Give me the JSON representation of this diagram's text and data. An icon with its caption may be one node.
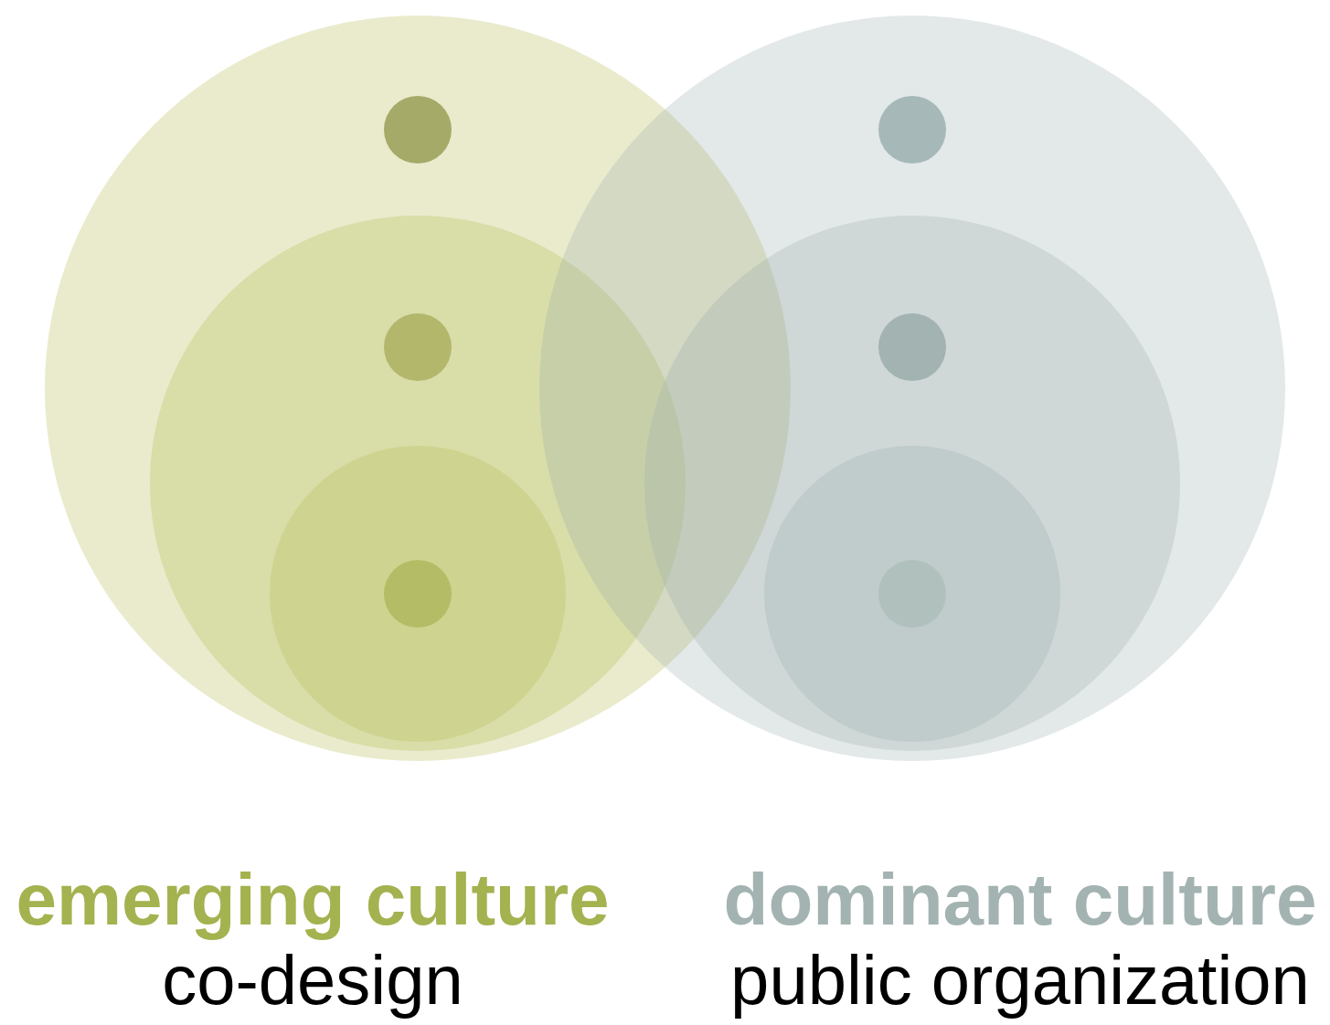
{
  "diagram": {
    "nodes": [
      {
        "text": [
          "emerging culture",
          "co-design"
        ]
      },
      {
        "text": [],
        "shape": "circle",
        "in": 0
      },
      {
        "text": [],
        "shape": "circle",
        "in": 1
      },
      {
        "text": [],
        "shape": "circle",
        "in": 0
      },
      {
        "text": [],
        "shape": "circle",
        "in": 1
      },
      {
        "text": [],
        "shape": "circle",
        "in": 2
      },
      {
        "text": [
          "dominant culture",
          "public organization"
        ]
      },
      {
        "text": [],
        "shape": "circle",
        "in": 6
      },
      {
        "text": [],
        "shape": "circle",
        "in": 7
      },
      {
        "text": [],
        "shape": "circle",
        "in": 6
      },
      {
        "text": [],
        "shape": "circle",
        "in": 7
      },
      {
        "text": [],
        "shape": "circle",
        "in": 8
      }
    ]
  }
}
